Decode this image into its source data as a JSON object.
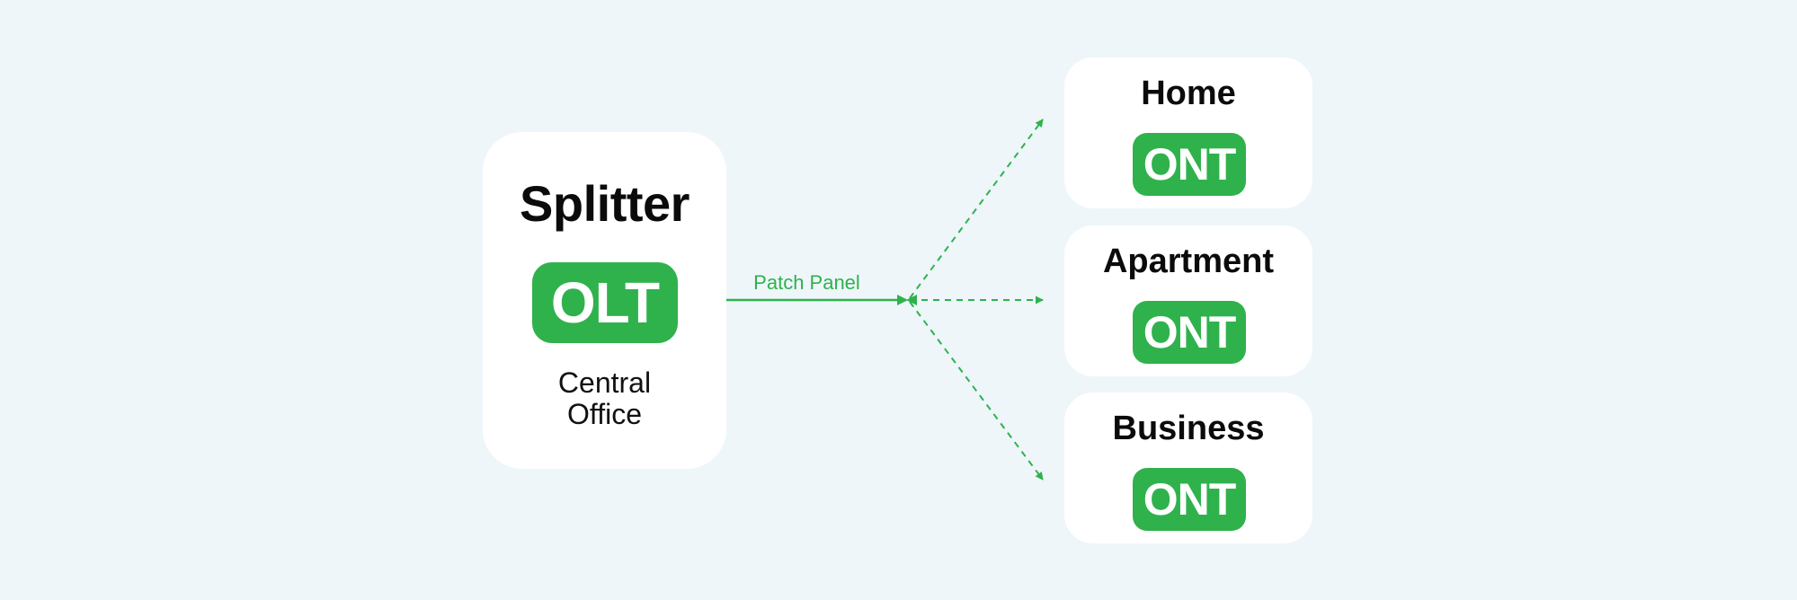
{
  "splitter": {
    "title": "Splitter",
    "badge": "OLT",
    "caption_line1": "Central",
    "caption_line2": "Office"
  },
  "link": {
    "label": "Patch Panel"
  },
  "destinations": [
    {
      "title": "Home",
      "badge": "ONT"
    },
    {
      "title": "Apartment",
      "badge": "ONT"
    },
    {
      "title": "Business",
      "badge": "ONT"
    }
  ],
  "colors": {
    "background": "#eef6fa",
    "card": "#ffffff",
    "accent": "#2fb24c",
    "text": "#0b0b0b"
  }
}
